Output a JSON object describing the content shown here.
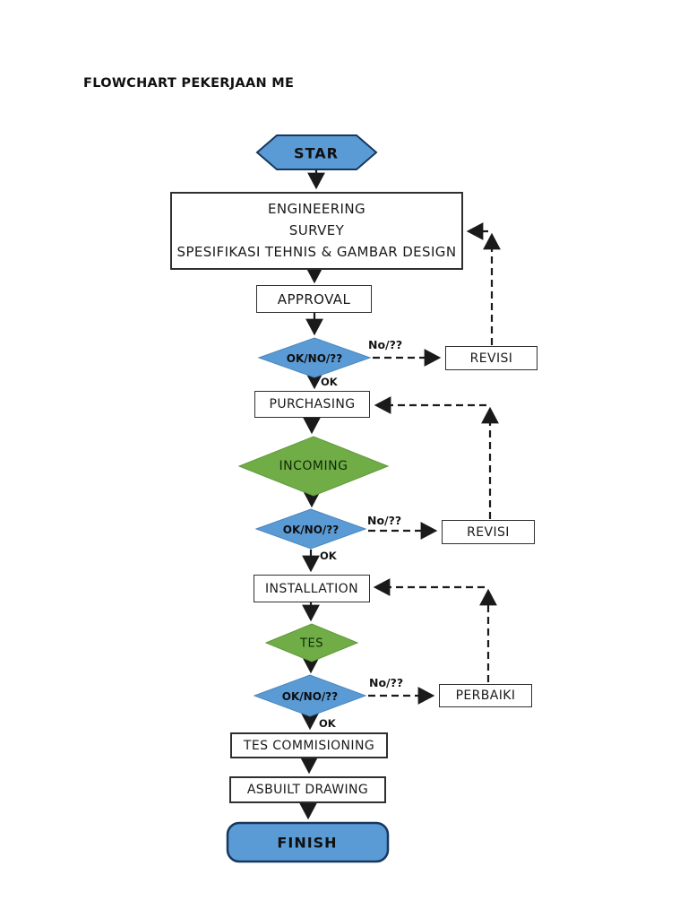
{
  "title": "FLOWCHART PEKERJAAN ME",
  "colors": {
    "shape_blue": "#5B9BD5",
    "shape_green": "#70AD47",
    "shape_border_dark": "#17375E",
    "connector_black": "#1a1a1a"
  },
  "nodes": {
    "start": {
      "label": "STAR"
    },
    "engineering": {
      "lines": [
        "ENGINEERING",
        "SURVEY",
        "SPESIFIKASI TEHNIS & GAMBAR DESIGN"
      ]
    },
    "approval": {
      "label": "APPROVAL"
    },
    "decision1": {
      "label": "OK/NO/??"
    },
    "revisi1": {
      "label": "REVISI"
    },
    "purchasing": {
      "label": "PURCHASING"
    },
    "incoming": {
      "label": "INCOMING"
    },
    "decision2": {
      "label": "OK/NO/??"
    },
    "revisi2": {
      "label": "REVISI"
    },
    "installation": {
      "label": "INSTALLATION"
    },
    "tes": {
      "label": "TES"
    },
    "decision3": {
      "label": "OK/NO/??"
    },
    "perbaiki": {
      "label": "PERBAIKI"
    },
    "tes_commisioning": {
      "label": "TES COMMISIONING"
    },
    "asbuilt_drawing": {
      "label": "ASBUILT DRAWING"
    },
    "finish": {
      "label": "FINISH"
    }
  },
  "edge_labels": {
    "no1": "No/??",
    "ok1": "OK",
    "no2": "No/??",
    "ok2": "OK",
    "no3": "No/??",
    "ok3": "OK"
  }
}
